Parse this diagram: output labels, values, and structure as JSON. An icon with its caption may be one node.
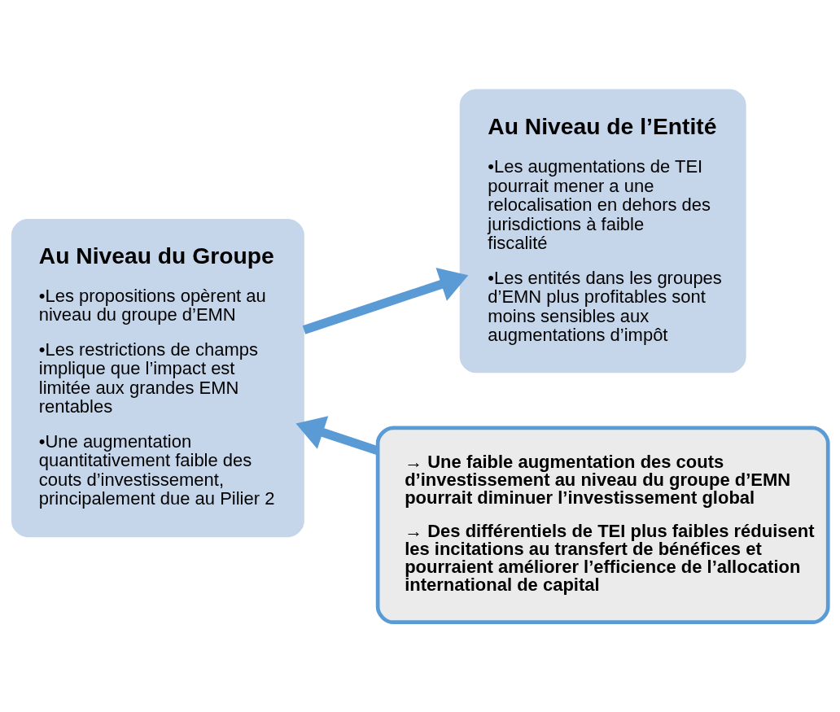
{
  "diagram": {
    "nodes": [
      {
        "text": [
          "Au Niveau du Groupe",
          "•Les propositions opèrent au niveau du groupe d’EMN",
          "•Les restrictions de champs implique que l’impact est limitée aux grandes EMN rentables",
          "•Une augmentation quantitativement faible des couts d’investissement, principalement due au Pilier 2"
        ]
      },
      {
        "text": [
          "Au Niveau de l’Entité",
          "•Les augmentations de TEI pourrait mener a une relocalisation en dehors des jurisdictions à faible fiscalité",
          "•Les entités dans les groupes d’EMN plus profitables sont moins sensibles aux augmentations d’impôt"
        ]
      },
      {
        "text": [
          "→ Une faible augmentation des couts d’investissement au niveau du groupe d’EMN pourrait diminuer l’investissement global",
          "→ Des différentiels de TEI plus faibles réduisent les incitations au transfert de bénéfices et pourraient améliorer l’efficience de l’allocation international de capital"
        ]
      }
    ],
    "edges": [
      {
        "from": 0,
        "to": 1,
        "arrow": "to"
      },
      {
        "from": 2,
        "to": 0,
        "arrow": "to"
      }
    ]
  }
}
